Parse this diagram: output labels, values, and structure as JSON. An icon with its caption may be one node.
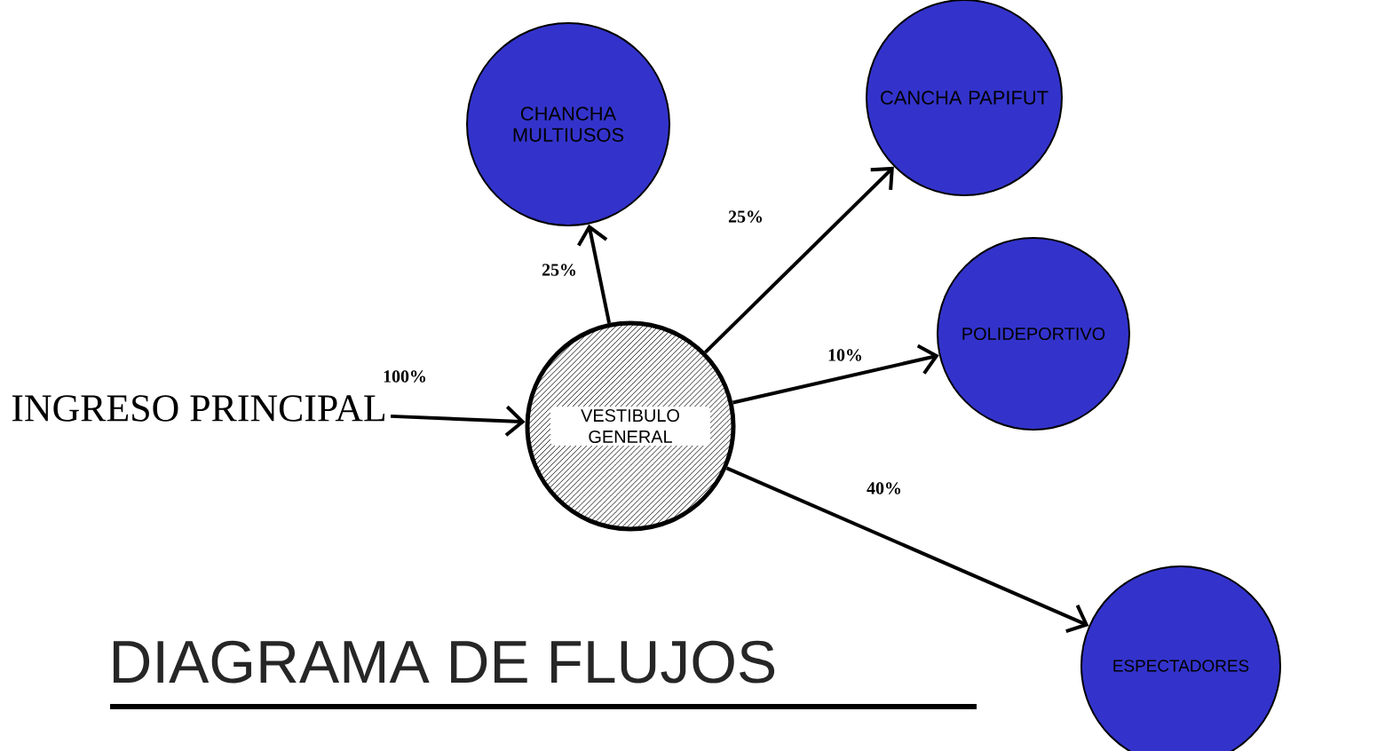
{
  "diagram": {
    "title": "DIAGRAMA DE FLUJOS",
    "nodes": [
      {
        "text": [
          "INGRESO PRINCIPAL"
        ]
      },
      {
        "text": [
          "VESTIBULO GENERAL"
        ]
      },
      {
        "text": [
          "CHANCHA MULTIUSOS"
        ]
      },
      {
        "text": [
          "CANCHA PAPIFUT"
        ]
      },
      {
        "text": [
          "POLIDEPORTIVO"
        ]
      },
      {
        "text": [
          "ESPECTADORES"
        ]
      }
    ],
    "edges": [
      {
        "from": 0,
        "to": 1,
        "arrow": "to",
        "label": "100%"
      },
      {
        "from": 1,
        "to": 2,
        "arrow": "to",
        "label": "25%"
      },
      {
        "from": 1,
        "to": 3,
        "arrow": "to",
        "label": "25%"
      },
      {
        "from": 1,
        "to": 4,
        "arrow": "to",
        "label": "10%"
      },
      {
        "from": 1,
        "to": 5,
        "arrow": "to",
        "label": "40%"
      }
    ]
  }
}
